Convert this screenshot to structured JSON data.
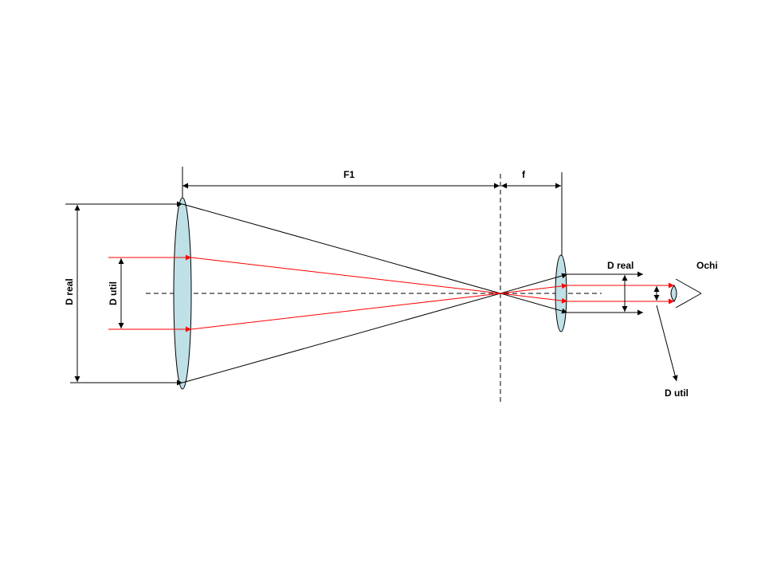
{
  "labels": {
    "focal_objective": "F1",
    "focal_eyepiece": "f",
    "d_real_left": "D real",
    "d_util_left": "D util",
    "d_real_right": "D real",
    "eye": "Ochi",
    "d_util_right": "D util"
  },
  "colors": {
    "lens_fill": "#bfe0e6",
    "ray_red": "#ff0000",
    "ray_black": "#000000"
  }
}
